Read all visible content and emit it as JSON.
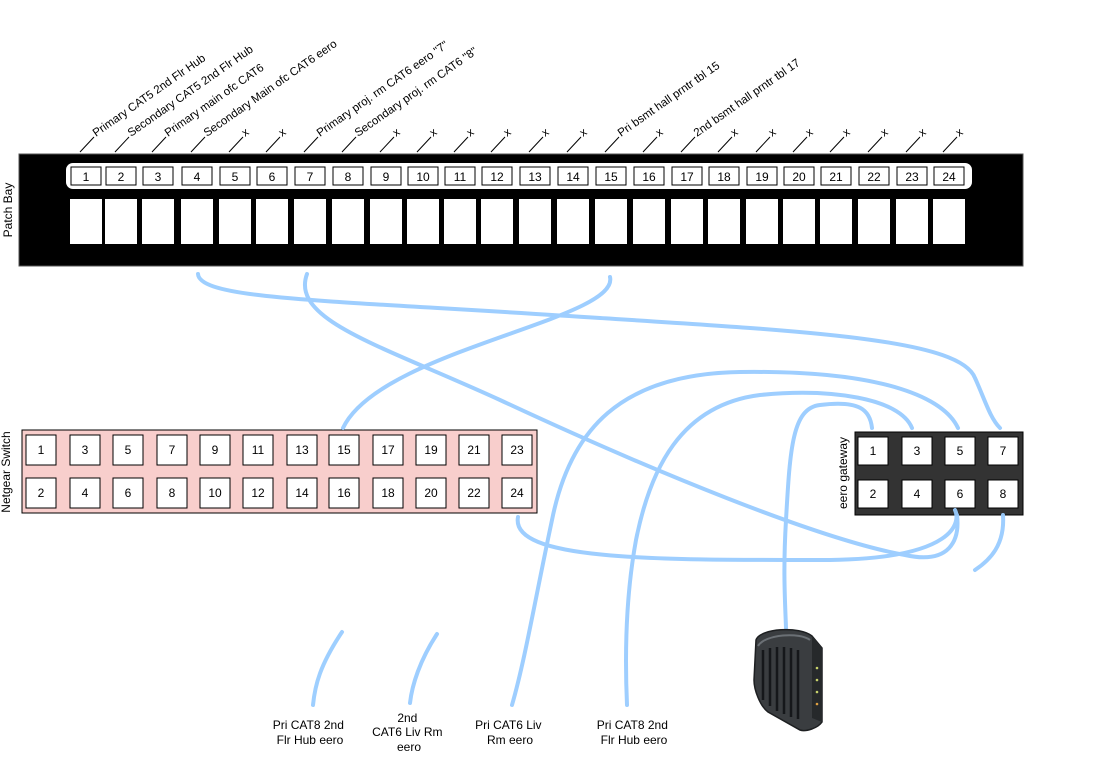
{
  "patch_bay": {
    "label": "Patch Bay",
    "ports": [
      "1",
      "2",
      "3",
      "4",
      "5",
      "6",
      "7",
      "8",
      "9",
      "10",
      "11",
      "12",
      "13",
      "14",
      "15",
      "16",
      "17",
      "18",
      "19",
      "20",
      "21",
      "22",
      "23",
      "24"
    ],
    "port_labels": [
      "Primary CAT5 2nd Flr Hub",
      "Secondary CAT5 2nd Flr Hub",
      "Primary main ofc CAT6",
      "Secondary Main ofc CAT6 eero",
      "x",
      "x",
      "Primary proj. rm CAT6 eero \"7\"",
      "Secondary proj. rm CAT6 \"8\"",
      "x",
      "x",
      "x",
      "x",
      "x",
      "x",
      "Pri bsmt hall prntr tbl 15",
      "x",
      "2nd bsmt hall prntr tbl 17",
      "x",
      "x",
      "x",
      "x",
      "x",
      "x",
      "x"
    ]
  },
  "switch": {
    "label": "Netgear Switch",
    "top_ports": [
      "1",
      "3",
      "5",
      "7",
      "9",
      "11",
      "13",
      "15",
      "17",
      "19",
      "21",
      "23"
    ],
    "bottom_ports": [
      "2",
      "4",
      "6",
      "8",
      "10",
      "12",
      "14",
      "16",
      "18",
      "20",
      "22",
      "24"
    ]
  },
  "gateway": {
    "label": "eero gateway",
    "top_ports": [
      "1",
      "3",
      "5",
      "7"
    ],
    "bottom_ports": [
      "2",
      "4",
      "6",
      "8"
    ]
  },
  "endpoints": {
    "e1": "Pri CAT8 2nd Flr Hub eero",
    "e2": "2nd CAT6 Liv Rm eero",
    "e3": "Pri CAT6 Liv Rm eero",
    "e4": "Pri CAT8 2nd Flr Hub eero"
  },
  "modem": {
    "icon": "modem-icon"
  },
  "colors": {
    "cable": "#99ccff",
    "patch_bay": "#000000",
    "switch_fill": "#f8cecc",
    "gateway_fill": "#333333",
    "port_fill": "#ffffff"
  }
}
